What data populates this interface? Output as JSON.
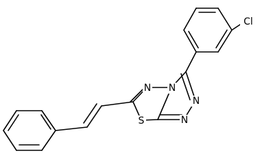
{
  "atoms": {
    "cl": "Cl",
    "n_top": "N",
    "n_mid": "N",
    "n_right": "N",
    "n_bottom": "N",
    "s": "S"
  }
}
